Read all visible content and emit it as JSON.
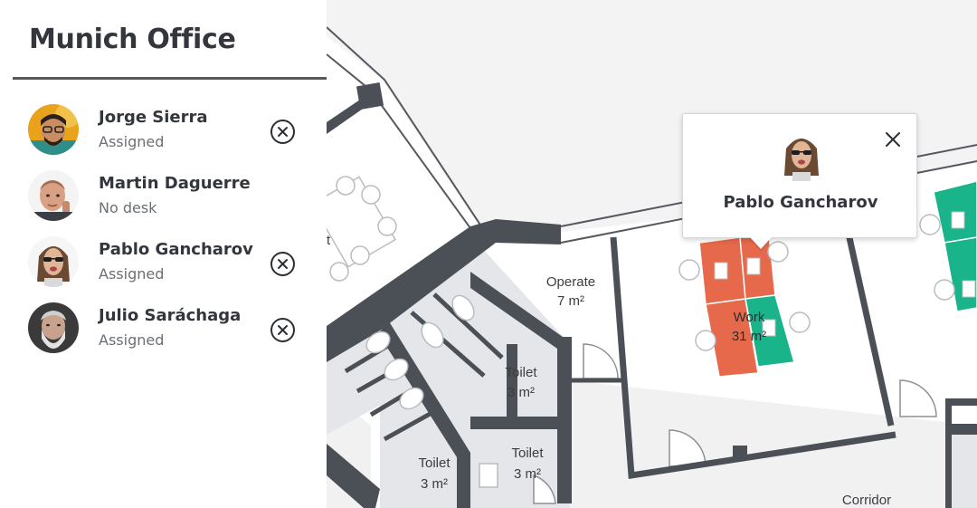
{
  "sidebar": {
    "title": "Munich Office",
    "people": [
      {
        "name": "Jorge Sierra",
        "status": "Assigned",
        "removable": true
      },
      {
        "name": "Martin Daguerre",
        "status": "No desk",
        "removable": false
      },
      {
        "name": "Pablo Gancharov",
        "status": "Assigned",
        "removable": true
      },
      {
        "name": "Julio Saráchaga",
        "status": "Assigned",
        "removable": true
      }
    ]
  },
  "map": {
    "rooms": {
      "operate": {
        "name": "Operate",
        "area": "7 m²"
      },
      "work": {
        "name": "Work",
        "area": "31 m²"
      },
      "toilet_a": {
        "name": "Toilet",
        "area": "3 m²"
      },
      "toilet_b": {
        "name": "Toilet",
        "area": "3 m²"
      },
      "toilet_c": {
        "name": "Toilet",
        "area": "3 m²"
      },
      "corridor": {
        "name": "Corridor"
      }
    },
    "partial_label": "t"
  },
  "popup": {
    "name": "Pablo Gancharov"
  },
  "colors": {
    "desk_assigned": "#e5694a",
    "desk_free": "#19b48a",
    "wall": "#4b4f56",
    "toilet_floor": "#e4e6e9",
    "outside": "#f3f3f4"
  }
}
